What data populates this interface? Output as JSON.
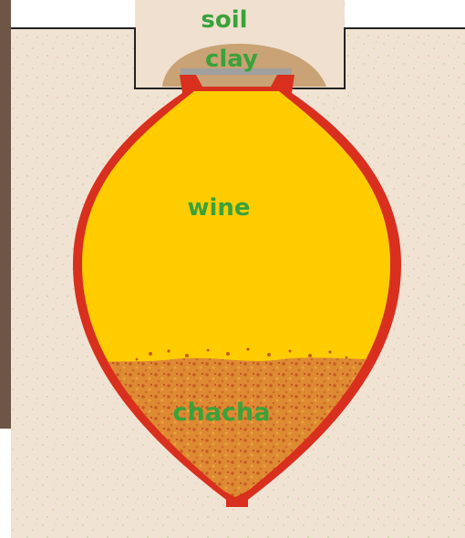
{
  "labels": {
    "soil": "soil",
    "clay": "clay",
    "wine": "wine",
    "chacha": "chacha"
  },
  "colors": {
    "ground": "#f1e3d3",
    "soil_cap": "#c9a275",
    "seal": "#a0a0a0",
    "wine": "#ffcc00",
    "vessel_wall": "#d92f1e",
    "chacha": "#d87a2a",
    "label": "#3aa23a",
    "outline": "#222222",
    "photo_strip": "#6d5646"
  }
}
